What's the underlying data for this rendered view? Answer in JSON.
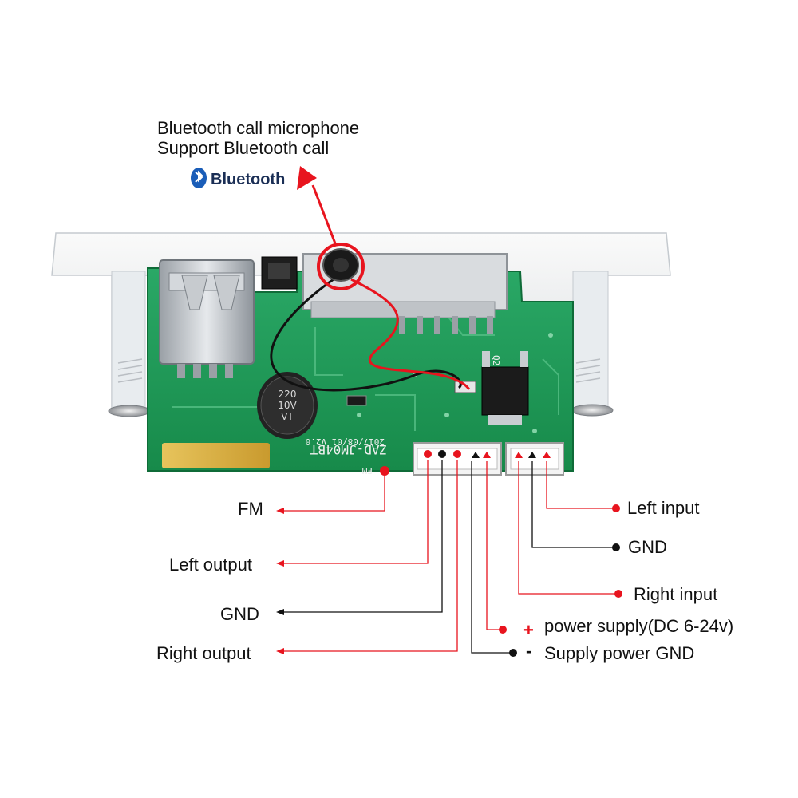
{
  "callout": {
    "line1": "Bluetooth call microphone",
    "line2": "Support Bluetooth call",
    "logo_text": "Bluetooth"
  },
  "board": {
    "capacitor_text": [
      "220",
      "10V",
      "VT"
    ],
    "silkscreen_model": "ZAD-JM04BT",
    "silkscreen_date": "2017/08/01 V2.0",
    "silkscreen_fm": "FM",
    "chip_label": "Q2"
  },
  "pins_left": [
    {
      "label": "FM",
      "color": "#e8141e"
    },
    {
      "label": "Left output",
      "color": "#e8141e"
    },
    {
      "label": "GND",
      "color": "#111111"
    },
    {
      "label": "Right output",
      "color": "#e8141e"
    }
  ],
  "pins_right": [
    {
      "label": "Left input",
      "color": "#e8141e"
    },
    {
      "label": "GND",
      "color": "#111111"
    },
    {
      "label": "Right input",
      "color": "#e8141e"
    },
    {
      "label": "power supply(DC 6-24v)",
      "sign": "+",
      "color": "#e8141e"
    },
    {
      "label": "Supply power GND",
      "sign": "-",
      "color": "#111111"
    }
  ],
  "colors": {
    "accent_red": "#e8141e",
    "black": "#111111",
    "pcb_green": "#1f9a55",
    "bluetooth_blue": "#1a5db8"
  }
}
